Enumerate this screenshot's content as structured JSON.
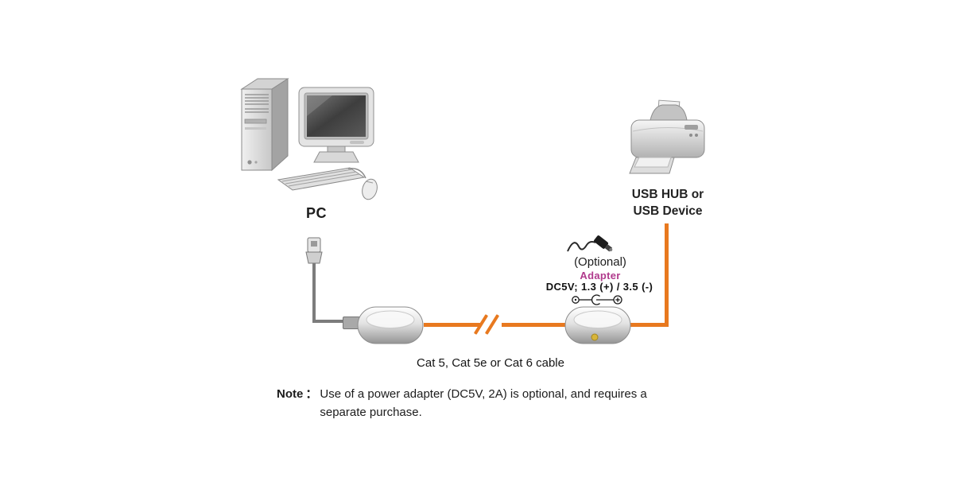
{
  "pc": {
    "label": "PC",
    "illustration": "desktop-computer-icon"
  },
  "usb_device": {
    "line1": "USB HUB or",
    "line2": "USB Device",
    "illustration": "printer-icon"
  },
  "adapter": {
    "optional": "(Optional)",
    "name": "Adapter",
    "spec": "DC5V; 1.3 (+) / 3.5 (-)",
    "plug_icon": "dc-power-plug-icon",
    "polarity_icon": "dc-polarity-symbol-icon"
  },
  "cable": {
    "label": "Cat 5, Cat 5e or Cat 6 cable",
    "break_icon": "cable-break-icon"
  },
  "extenders": {
    "local": "usb-extender-local-unit",
    "remote": "usb-extender-remote-unit"
  },
  "usb_connector": "usb-plug-icon",
  "note": {
    "label": "Note",
    "separator": "：",
    "line1": "Use of a power adapter (DC5V, 2A) is optional, and requires a",
    "line2": "separate purchase."
  },
  "colors": {
    "cable_orange": "#e8791f",
    "adapter_magenta": "#b03a8c",
    "text": "#1c1c1c"
  }
}
